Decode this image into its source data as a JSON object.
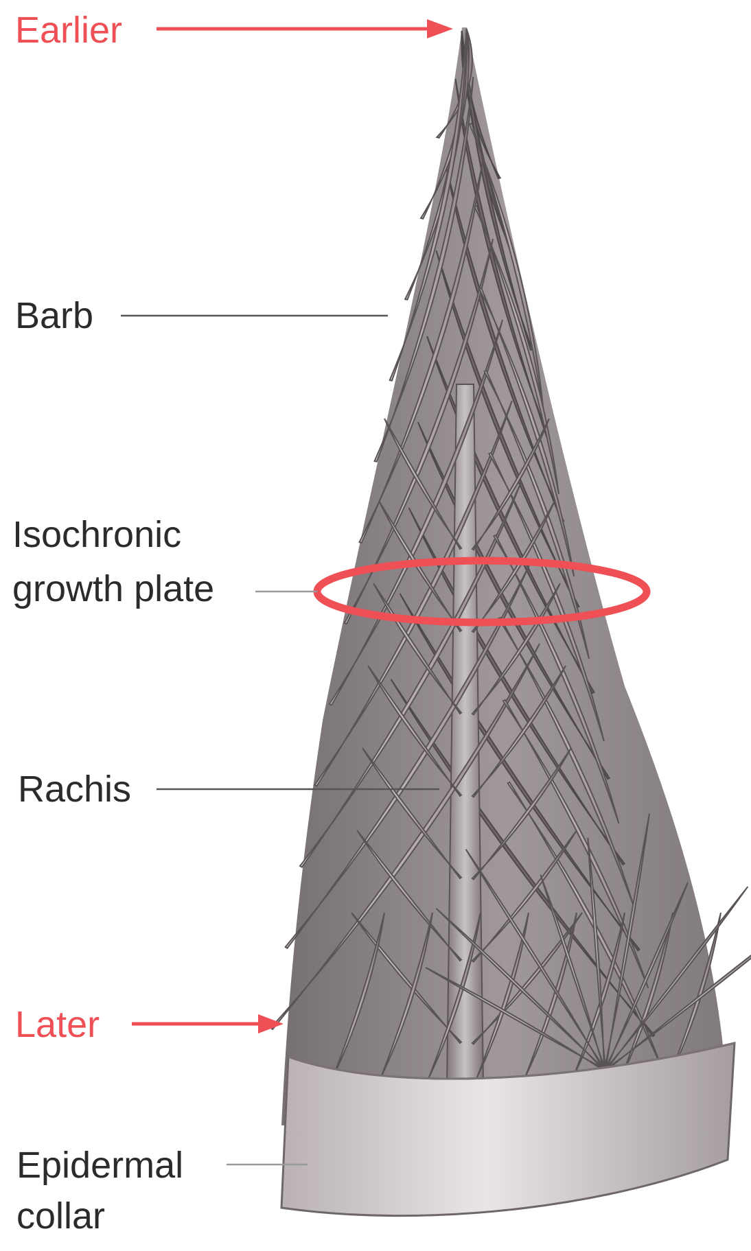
{
  "labels": {
    "earlier": "Earlier",
    "barb": "Barb",
    "isochronic_line1": "Isochronic",
    "isochronic_line2": "growth plate",
    "rachis": "Rachis",
    "later": "Later",
    "epidermal_line1": "Epidermal",
    "epidermal_line2": "collar"
  },
  "colors": {
    "accent": "#ee5055",
    "text": "#2b2b2b",
    "structure": "#9e969a"
  }
}
